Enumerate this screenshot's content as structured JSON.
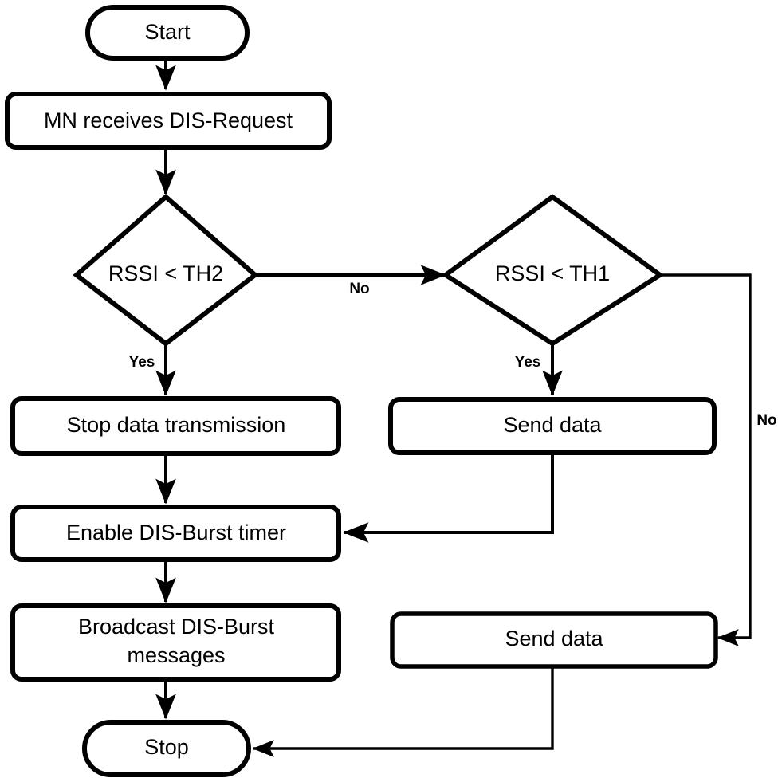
{
  "diagram": {
    "type": "flowchart",
    "title": "",
    "background_color": "#ffffff",
    "line_color": "#000000",
    "text_color": "#000000",
    "nodes": [
      {
        "id": "start",
        "shape": "terminator",
        "label": "Start"
      },
      {
        "id": "mn_receives",
        "shape": "process",
        "label": "MN receives DIS-Request"
      },
      {
        "id": "dec_th2",
        "shape": "decision",
        "label": "RSSI < TH2"
      },
      {
        "id": "dec_th1",
        "shape": "decision",
        "label": "RSSI < TH1"
      },
      {
        "id": "stop_tx",
        "shape": "process",
        "label": "Stop data transmission"
      },
      {
        "id": "send_1",
        "shape": "process",
        "label": "Send data"
      },
      {
        "id": "enable_timer",
        "shape": "process",
        "label": "Enable DIS-Burst timer"
      },
      {
        "id": "broadcast",
        "shape": "process",
        "label_line1": "Broadcast DIS-Burst",
        "label_line2": "messages"
      },
      {
        "id": "send_2",
        "shape": "process",
        "label": "Send data"
      },
      {
        "id": "stop",
        "shape": "terminator",
        "label": "Stop"
      }
    ],
    "edge_labels": {
      "th2_no": "No",
      "th2_yes": "Yes",
      "th1_yes": "Yes",
      "th1_no": "No"
    }
  }
}
